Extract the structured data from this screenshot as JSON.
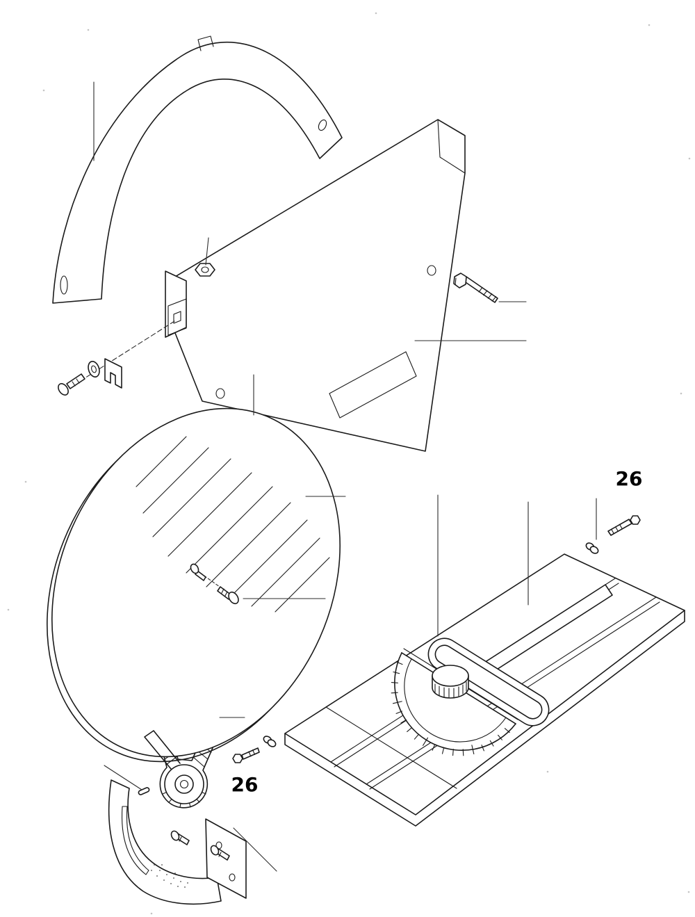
{
  "diagram": {
    "type": "exploded-parts-line-drawing",
    "background_color": "#ffffff",
    "line_color": "#1a1a1a",
    "callouts": [
      {
        "text": "26",
        "points_to": "locking-screw-upper-right"
      },
      {
        "text": "26",
        "points_to": "locking-screw-lower-center"
      }
    ],
    "parts": [
      {
        "name": "upper-blade-guard"
      },
      {
        "name": "housing-side-panel"
      },
      {
        "name": "panel-bracket"
      },
      {
        "name": "hex-nut"
      },
      {
        "name": "hex-bolt"
      },
      {
        "name": "machine-screw"
      },
      {
        "name": "washer"
      },
      {
        "name": "retaining-clip"
      },
      {
        "name": "sanding-disc"
      },
      {
        "name": "disc-center-screws"
      },
      {
        "name": "drive-belt"
      },
      {
        "name": "pulley"
      },
      {
        "name": "drive-pin"
      },
      {
        "name": "lower-guard"
      },
      {
        "name": "guard-mounting-plate"
      },
      {
        "name": "guard-screws"
      },
      {
        "name": "work-table"
      },
      {
        "name": "miter-gauge-protractor"
      },
      {
        "name": "miter-gauge-bar"
      },
      {
        "name": "lock-knob"
      },
      {
        "name": "spacer-sleeve"
      }
    ]
  }
}
